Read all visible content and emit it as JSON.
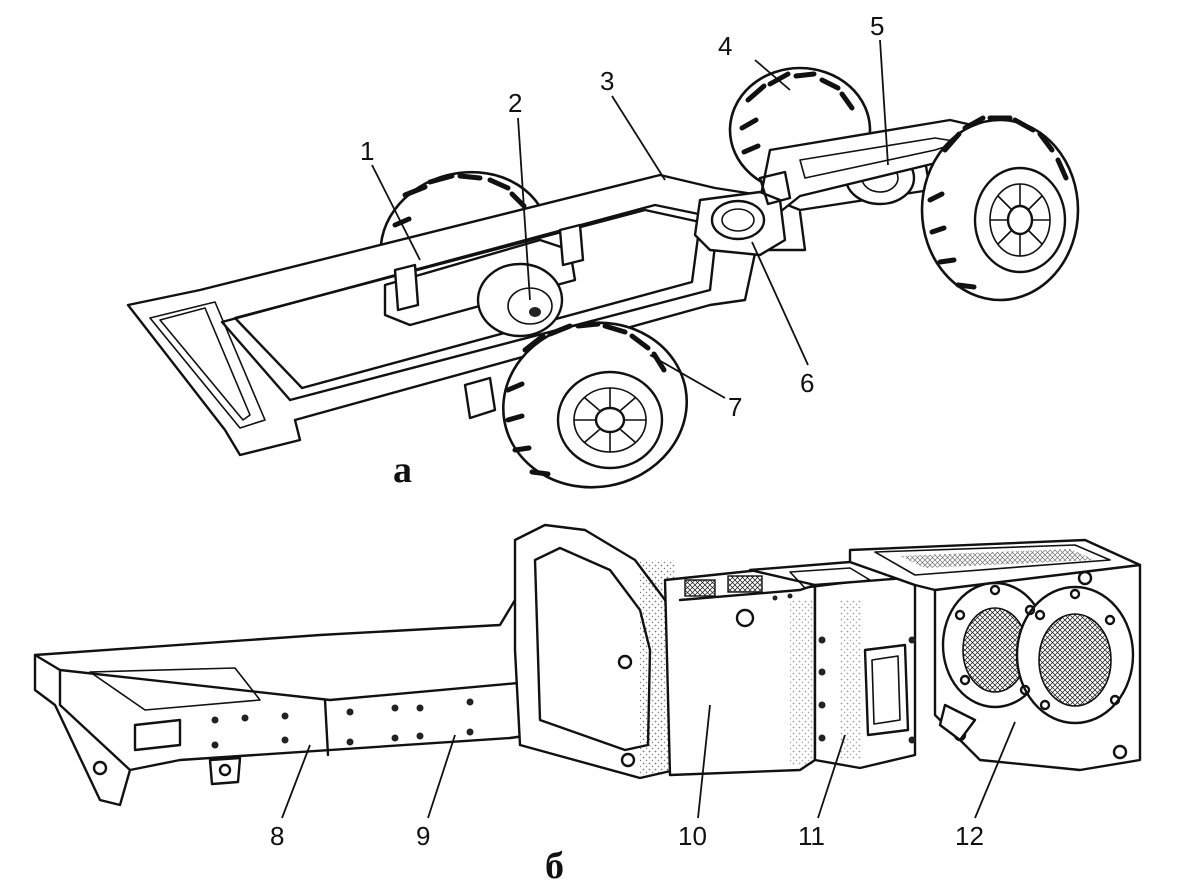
{
  "diagram": {
    "top": {
      "caption": "а",
      "labels": [
        "1",
        "2",
        "3",
        "4",
        "5",
        "6",
        "7"
      ]
    },
    "bottom": {
      "caption": "б",
      "labels": [
        "8",
        "9",
        "10",
        "11",
        "12"
      ]
    }
  }
}
